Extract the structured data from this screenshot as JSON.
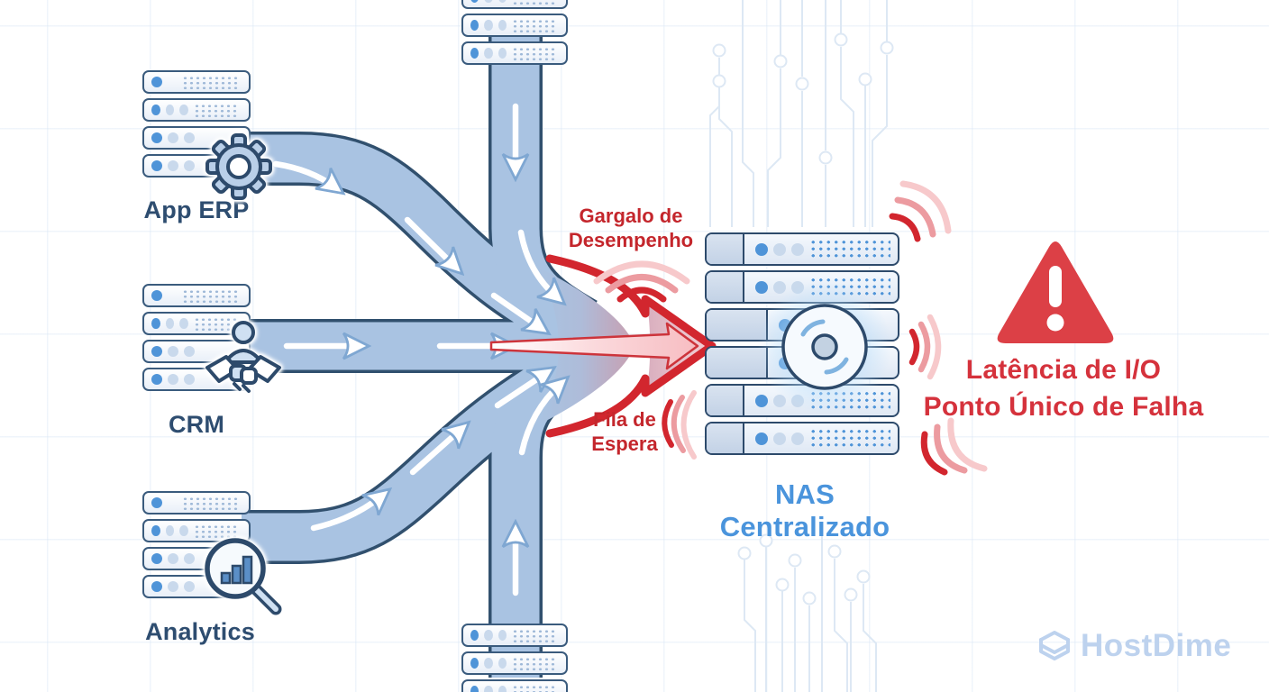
{
  "sources": [
    {
      "label": "App ERP",
      "icon": "gear-icon"
    },
    {
      "label": "CRM",
      "icon": "handshake-icon"
    },
    {
      "label": "Analytics",
      "icon": "analytics-magnifier-icon"
    }
  ],
  "nas": {
    "label": "NAS Centralizado",
    "icon": "storage-disk-icon"
  },
  "warnings": {
    "bottleneck": {
      "line1": "Gargalo de",
      "line2": "Desempenho"
    },
    "queue": {
      "line1": "Fila de",
      "line2": "Espera"
    },
    "latency": "Latência de I/O",
    "single_point_of_failure": "Ponto Único de Falha",
    "icon": "warning-triangle-icon"
  },
  "watermark": {
    "label": "HostDime",
    "icon": "hostdime-logo-icon"
  },
  "colors": {
    "alert_red": "#d2262e",
    "warning_text_red": "#c4262c",
    "headline_red": "#d5323c",
    "triangle_red": "#dc4046",
    "nas_label_blue": "#4a94dc",
    "source_label_navy": "#2e4d70",
    "pipe_fill": "#a9c3e2",
    "pipe_outline": "#31506e",
    "circuit_trace": "#dde8f4",
    "watermark_blue": "#bdd2ee"
  }
}
